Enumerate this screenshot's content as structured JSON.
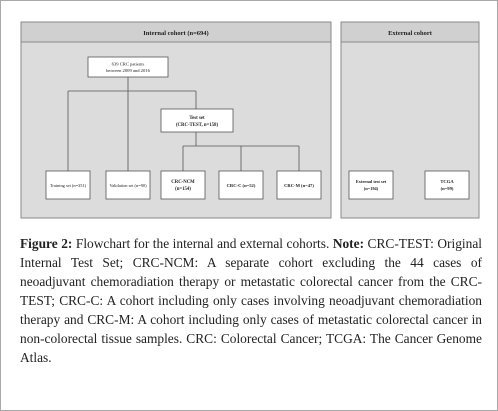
{
  "diagram": {
    "internal_cohort": "Internal cohort (n=694)",
    "external_cohort": "External cohort",
    "patients_line1": "639 CRC patients",
    "patients_line2": "between 2009 and 2016",
    "test_set_line1": "Test set",
    "test_set_line2": "(CRC-TEST, n=158)",
    "training_set": "Training set (n=351)",
    "validation_set": "Validation set (n=90)",
    "crc_ncm_line1": "CRC-NCM",
    "crc_ncm_line2": "(n=154)",
    "crc_c": "CRC-C (n=52)",
    "crc_m": "CRC-M (n=47)",
    "external_test_line1": "External test set",
    "external_test_line2": "(n=194)",
    "tcga_line1": "TCGA",
    "tcga_line2": "(n=99)"
  },
  "caption": {
    "label": "Figure 2:",
    "title": " Flowchart for the internal and external cohorts. ",
    "note_label": "Note:",
    "note_text": " CRC-TEST: Original Internal Test Set; CRC-NCM: A separate cohort excluding the 44 cases of neoadjuvant chemoradiation therapy or metastatic colorectal cancer from the CRC-TEST; CRC-C: A cohort including only cases involving neoadjuvant chemoradiation therapy and CRC-M: A cohort including only cases of metastatic colorectal cancer in non-colorectal tissue samples. CRC: Colorectal Cancer; TCGA: The Cancer Genome Atlas."
  }
}
